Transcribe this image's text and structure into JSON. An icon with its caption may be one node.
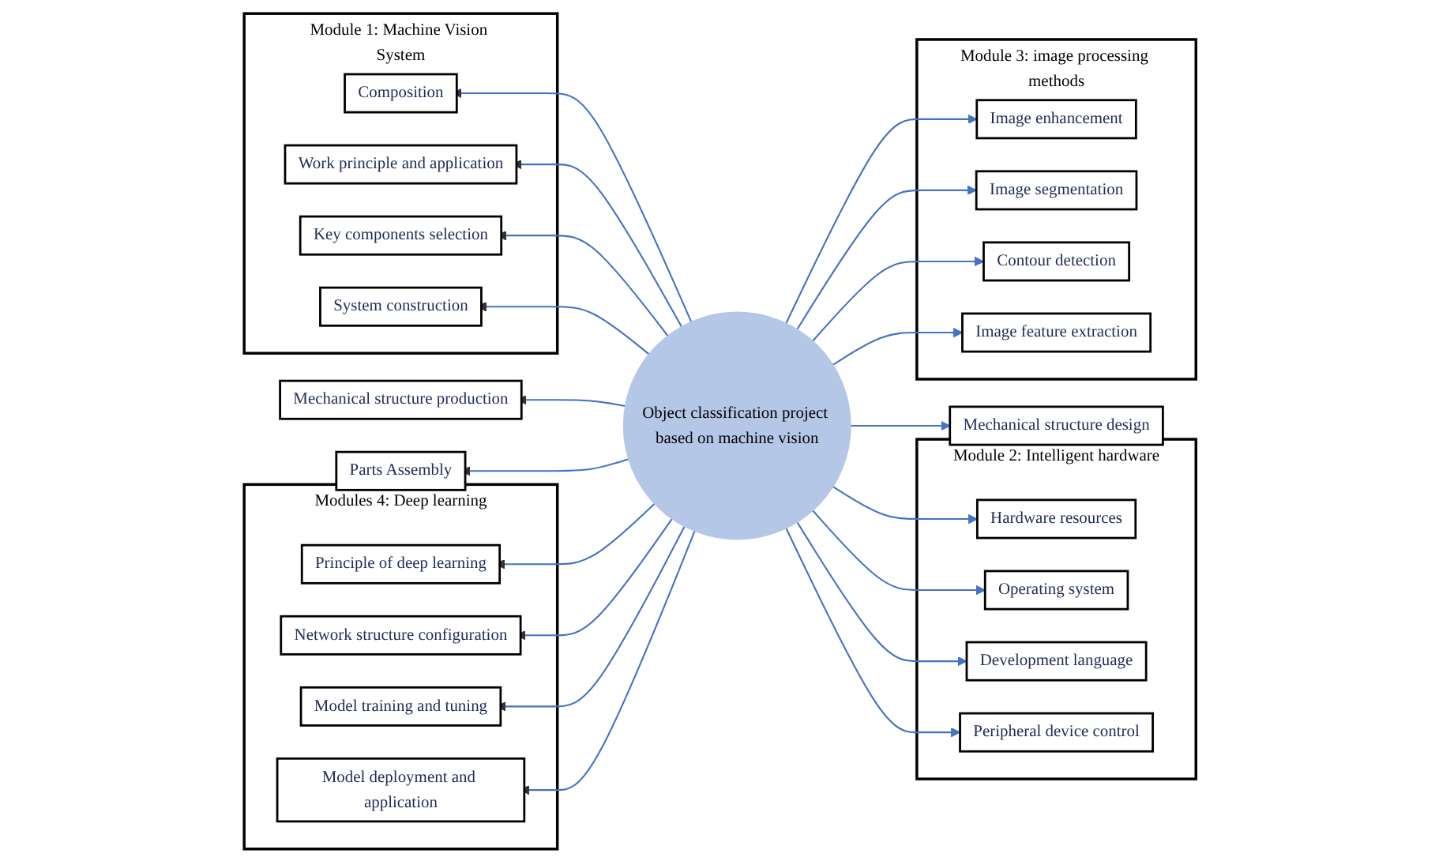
{
  "diagram": {
    "nodes": [
      {
        "text": [
          "Module 1: Machine Vision System"
        ]
      },
      {
        "text": [
          "Composition"
        ],
        "in": 0
      },
      {
        "text": [
          "Work principle and application"
        ],
        "in": 0
      },
      {
        "text": [
          "Key components selection"
        ],
        "in": 0
      },
      {
        "text": [
          "System construction"
        ],
        "in": 0
      },
      {
        "text": [
          "Module 2: Intelligent hardware"
        ]
      },
      {
        "text": [
          "Hardware resources"
        ],
        "in": 5
      },
      {
        "text": [
          "Operating system"
        ],
        "in": 5
      },
      {
        "text": [
          "Development language"
        ],
        "in": 5
      },
      {
        "text": [
          "Peripheral device control"
        ],
        "in": 5
      },
      {
        "text": [
          "Mechanical structure production"
        ]
      },
      {
        "text": [
          "Parts Assembly"
        ]
      },
      {
        "text": [
          "Object classification project based on machine vision"
        ]
      },
      {
        "text": [
          "Mechanical structure design"
        ]
      },
      {
        "text": [
          "Modules 4: Deep learning"
        ]
      },
      {
        "text": [
          "Principle of deep learning"
        ],
        "in": 14
      },
      {
        "text": [
          "Network structure configuration"
        ],
        "in": 14
      },
      {
        "text": [
          "Model training and tuning"
        ],
        "in": 14
      },
      {
        "text": [
          "Model deployment and application"
        ],
        "in": 14
      },
      {
        "text": [
          "Module 3: image processing methods"
        ]
      },
      {
        "text": [
          "Image enhancement"
        ],
        "in": 19
      },
      {
        "text": [
          "Image segmentation"
        ],
        "in": 19
      },
      {
        "text": [
          "Contour detection"
        ],
        "in": 19
      },
      {
        "text": [
          "Image feature extraction"
        ],
        "in": 19
      }
    ],
    "edges": [
      {
        "from": 12,
        "to": 1,
        "arrow": "to"
      },
      {
        "from": 12,
        "to": 2,
        "arrow": "to"
      },
      {
        "from": 12,
        "to": 3,
        "arrow": "to"
      },
      {
        "from": 12,
        "to": 4,
        "arrow": "to"
      },
      {
        "from": 12,
        "to": 6,
        "arrow": "to"
      },
      {
        "from": 12,
        "to": 7,
        "arrow": "to"
      },
      {
        "from": 12,
        "to": 8,
        "arrow": "to"
      },
      {
        "from": 12,
        "to": 9,
        "arrow": "to"
      },
      {
        "from": 12,
        "to": 10,
        "arrow": "to"
      },
      {
        "from": 12,
        "to": 11,
        "arrow": "to"
      },
      {
        "from": 12,
        "to": 13,
        "arrow": "to"
      },
      {
        "from": 12,
        "to": 15,
        "arrow": "to"
      },
      {
        "from": 12,
        "to": 16,
        "arrow": "to"
      },
      {
        "from": 12,
        "to": 17,
        "arrow": "to"
      },
      {
        "from": 12,
        "to": 18,
        "arrow": "to"
      },
      {
        "from": 12,
        "to": 20,
        "arrow": "to"
      },
      {
        "from": 12,
        "to": 21,
        "arrow": "to"
      },
      {
        "from": 12,
        "to": 22,
        "arrow": "to"
      },
      {
        "from": 12,
        "to": 23,
        "arrow": "to"
      }
    ]
  }
}
